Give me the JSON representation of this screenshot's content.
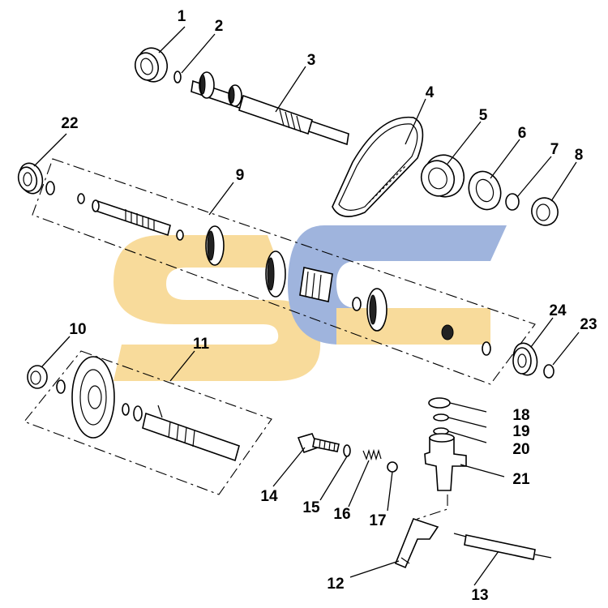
{
  "diagram": {
    "watermark_colors": {
      "yellow": "#f7d58a",
      "blue": "#8fa8d8"
    },
    "callouts": [
      {
        "id": "1",
        "text": "1"
      },
      {
        "id": "2",
        "text": "2"
      },
      {
        "id": "3",
        "text": "3"
      },
      {
        "id": "4",
        "text": "4"
      },
      {
        "id": "5",
        "text": "5"
      },
      {
        "id": "6",
        "text": "6"
      },
      {
        "id": "7",
        "text": "7"
      },
      {
        "id": "8",
        "text": "8"
      },
      {
        "id": "9",
        "text": "9"
      },
      {
        "id": "10",
        "text": "10"
      },
      {
        "id": "11",
        "text": "11"
      },
      {
        "id": "12",
        "text": "12"
      },
      {
        "id": "13",
        "text": "13"
      },
      {
        "id": "14",
        "text": "14"
      },
      {
        "id": "15",
        "text": "15"
      },
      {
        "id": "16",
        "text": "16"
      },
      {
        "id": "17",
        "text": "17"
      },
      {
        "id": "18",
        "text": "18"
      },
      {
        "id": "19",
        "text": "19"
      },
      {
        "id": "20",
        "text": "20"
      },
      {
        "id": "21",
        "text": "21"
      },
      {
        "id": "22",
        "text": "22"
      },
      {
        "id": "23",
        "text": "23"
      },
      {
        "id": "24",
        "text": "24"
      }
    ]
  }
}
